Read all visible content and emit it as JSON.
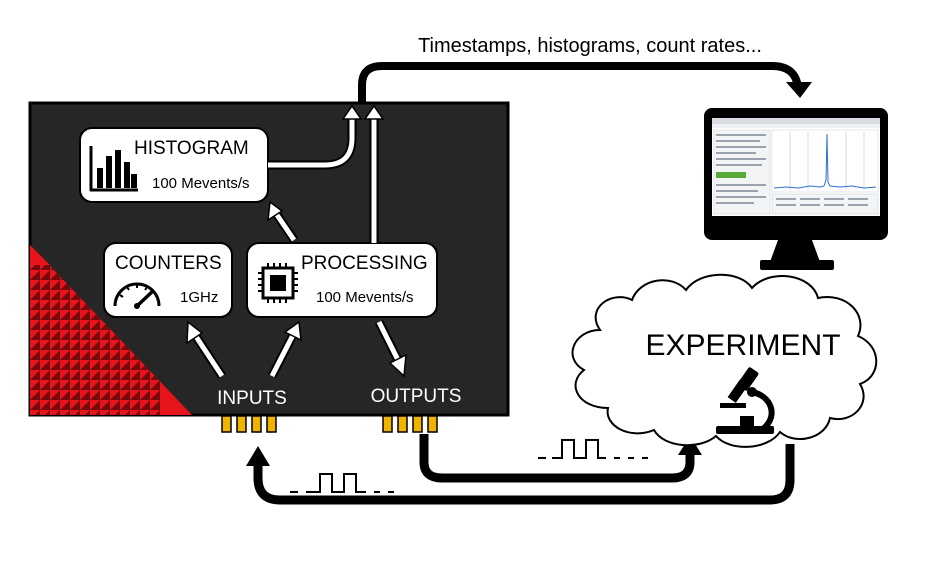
{
  "top_label": "Timestamps, histograms, count rates...",
  "device": {
    "histogram": {
      "title": "HISTOGRAM",
      "rate": "100 Mevents/s",
      "icon": "bar-chart-icon"
    },
    "counters": {
      "title": "COUNTERS",
      "rate": "1GHz",
      "icon": "speedometer-icon"
    },
    "processing": {
      "title": "PROCESSING",
      "rate": "100 Mevents/s",
      "icon": "chip-icon"
    },
    "inputs_label": "INPUTS",
    "outputs_label": "OUTPUTS",
    "accent_color": "#e8141b",
    "body_color": "#262626",
    "connector_color": "#f0b400"
  },
  "experiment": {
    "title": "EXPERIMENT",
    "icon": "microscope-icon"
  },
  "monitor": {
    "icon": "monitor-icon"
  }
}
